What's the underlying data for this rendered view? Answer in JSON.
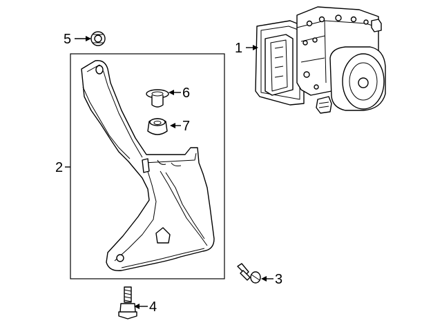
{
  "callouts": {
    "1": "1",
    "2": "2",
    "3": "3",
    "4": "4",
    "5": "5",
    "6": "6",
    "7": "7"
  }
}
